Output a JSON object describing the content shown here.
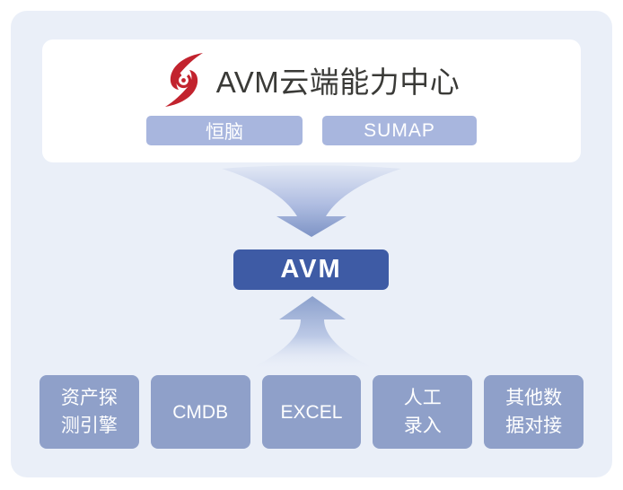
{
  "colors": {
    "page_bg": "#FFFFFF",
    "panel_bg": "#EAEFF8",
    "card_bg": "#FFFFFF",
    "pill_bg": "#A8B6DE",
    "source_box_bg": "#8FA0C9",
    "avm_node_bg": "#3E5BA5",
    "arrow_deep_blue": "#7D93C5",
    "logo_red": "#C2232E",
    "title_text": "#3A3A37",
    "white_text": "#FFFFFF"
  },
  "card": {
    "logo": "red-swirl-brand-mark",
    "title": "AVM云端能力中心",
    "buttons": [
      {
        "label": "恒脑"
      },
      {
        "label": "SUMAP"
      }
    ]
  },
  "center_node": {
    "label": "AVM"
  },
  "arrows": [
    {
      "name": "converge-down-arrow",
      "direction": "down",
      "from": "card",
      "to": "AVM"
    },
    {
      "name": "flare-up-arrow",
      "direction": "up",
      "from": "sources",
      "to": "AVM"
    }
  ],
  "sources": [
    {
      "label": "资产探\n测引擎"
    },
    {
      "label": "CMDB"
    },
    {
      "label": "EXCEL"
    },
    {
      "label": "人工\n录入"
    },
    {
      "label": "其他数\n据对接"
    }
  ]
}
